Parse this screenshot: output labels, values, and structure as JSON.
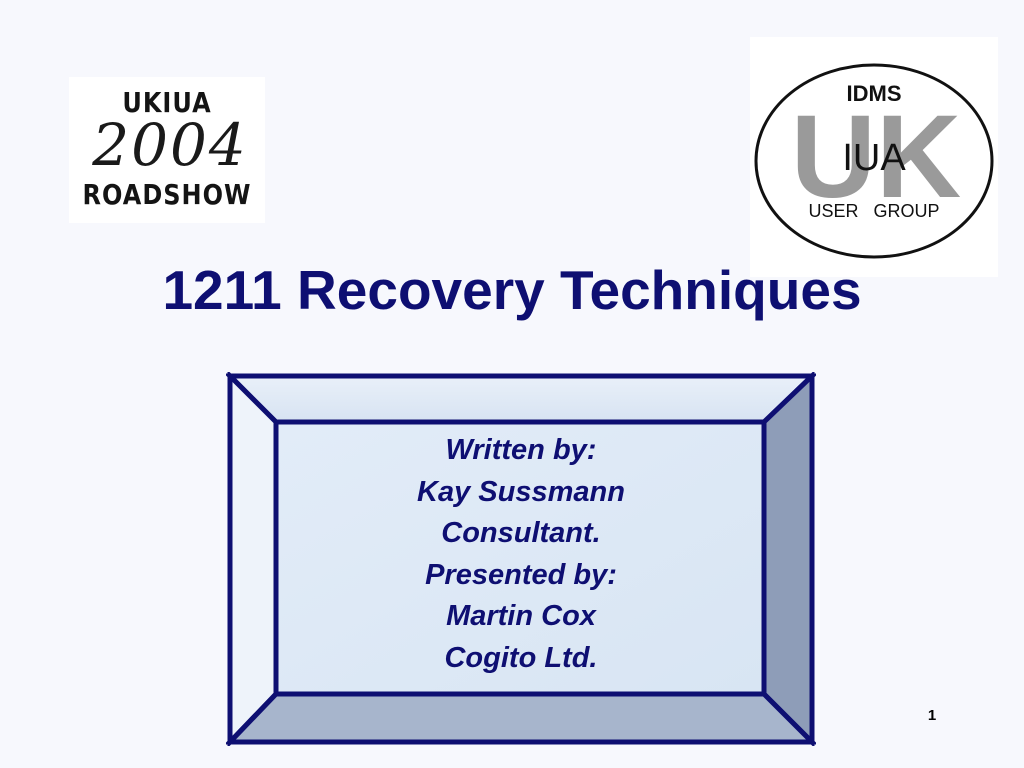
{
  "logo_left": {
    "line1": "UKIUA",
    "line2": "2004",
    "line3": "ROADSHOW"
  },
  "logo_right": {
    "top": "IDMS",
    "watermark": "UK",
    "middle": "IUA",
    "bottom": "USER GROUP"
  },
  "title": "1211 Recovery Techniques",
  "credits": {
    "line1": "Written by:",
    "line2": "Kay Sussmann",
    "line3": "Consultant.",
    "line4": "Presented by:",
    "line5": "Martin Cox",
    "line6": "Cogito Ltd."
  },
  "page_number": "1",
  "colors": {
    "title": "#0e0f72",
    "box_border": "#0e0f72",
    "box_fill": "#dfe9f6",
    "background": "#f7f8fd"
  }
}
